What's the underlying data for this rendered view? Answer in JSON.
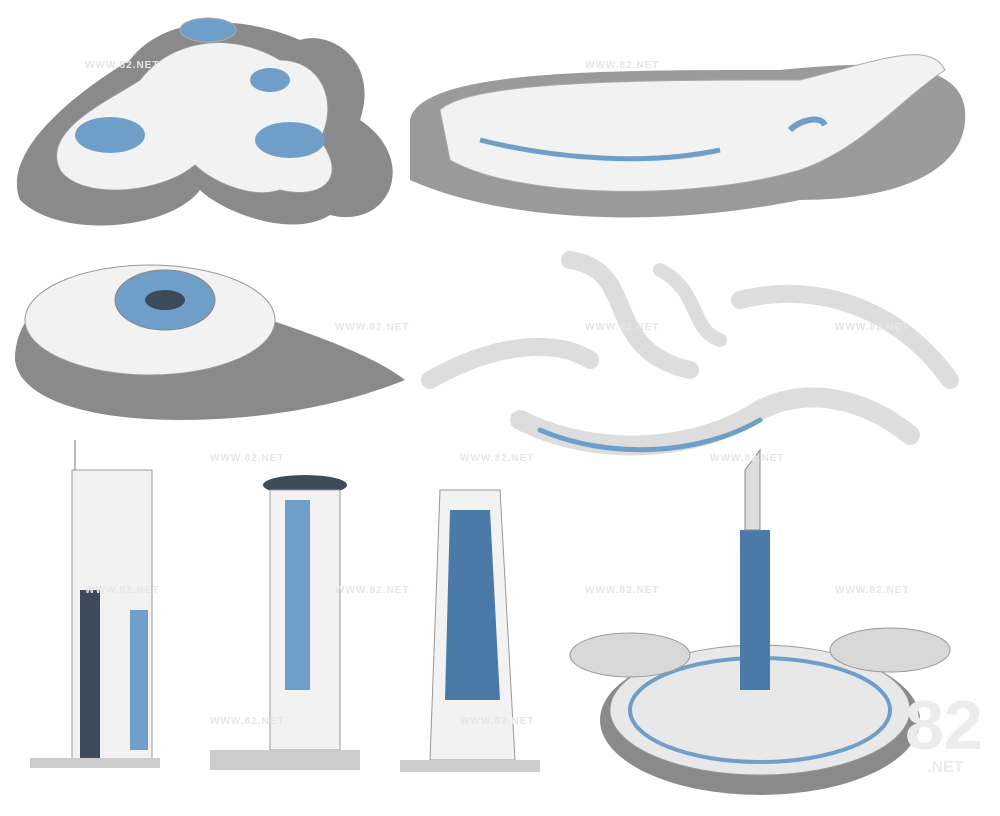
{
  "image": {
    "description": "Collage of eight futuristic architectural 3D models in white, grey and blue",
    "watermark": "WWW.82.NET",
    "logo": {
      "number": "82",
      "suffix": ".NET"
    },
    "colors": {
      "shadow": "#8a8a8a",
      "body": "#f2f2f2",
      "accent": "#6f9fc8",
      "dark": "#3c4a5a"
    },
    "models": [
      {
        "id": "trefoil-pavilion",
        "position": "top-left"
      },
      {
        "id": "elongated-terminal",
        "position": "top-right"
      },
      {
        "id": "spiral-stadium",
        "position": "middle-left"
      },
      {
        "id": "curved-ribbon-segments",
        "position": "middle-right"
      },
      {
        "id": "tower-1",
        "position": "bottom-1"
      },
      {
        "id": "tower-2",
        "position": "bottom-2"
      },
      {
        "id": "tower-3",
        "position": "bottom-3"
      },
      {
        "id": "circular-complex",
        "position": "bottom-right"
      }
    ]
  }
}
